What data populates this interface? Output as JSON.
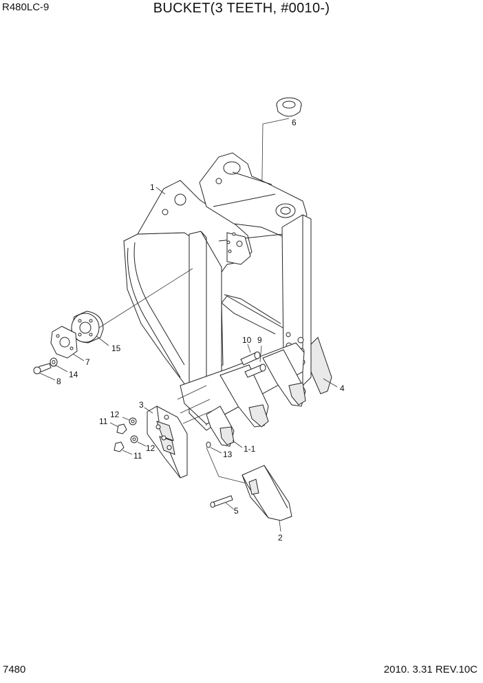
{
  "header": {
    "model": "R480LC-9",
    "title": "BUCKET(3 TEETH, #0010-)"
  },
  "footer": {
    "page": "7480",
    "date_rev": "2010. 3.31  REV.10C"
  },
  "callouts": {
    "c1": "1",
    "c1_1": "1-1",
    "c2": "2",
    "c3": "3",
    "c4": "4",
    "c5": "5",
    "c6": "6",
    "c7": "7",
    "c8": "8",
    "c9": "9",
    "c10": "10",
    "c11a": "11",
    "c11b": "11",
    "c12a": "12",
    "c12b": "12",
    "c13": "13",
    "c14": "14",
    "c15": "15"
  }
}
